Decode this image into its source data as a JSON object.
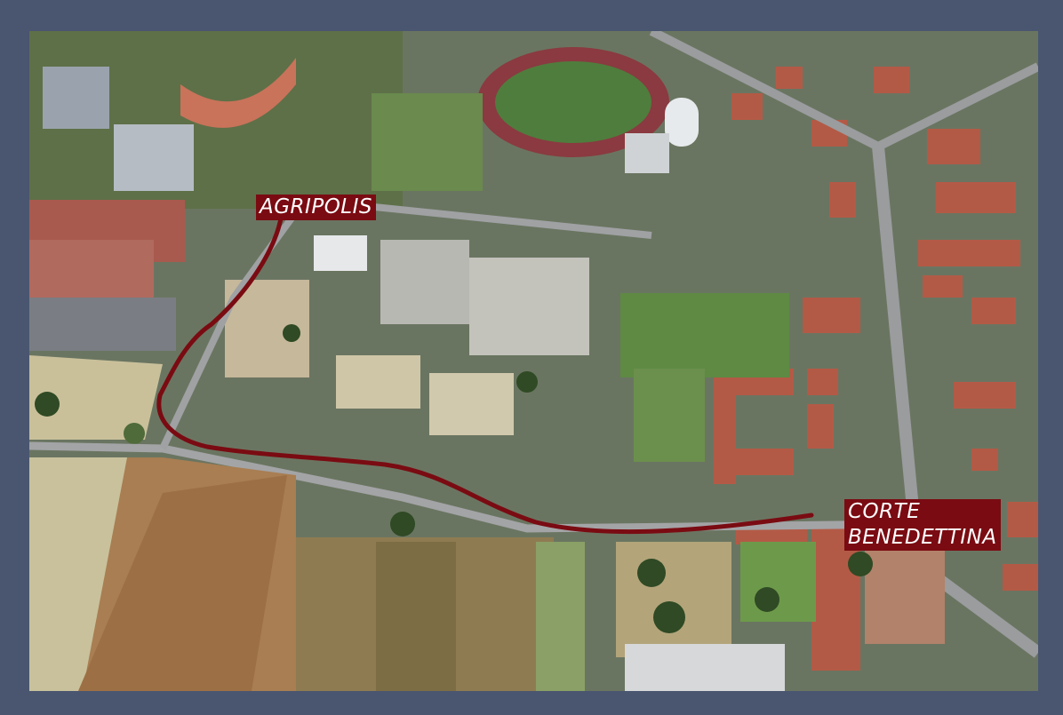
{
  "map": {
    "type": "aerial-photo",
    "route_color": "#7a0b12",
    "label_background": "#7a0b12",
    "label_text_color": "#ffffff",
    "frame_color": "#4a5670"
  },
  "labels": {
    "start": "AGRIPOLIS",
    "end_line1": "CORTE",
    "end_line2": "BENEDETTINA"
  }
}
